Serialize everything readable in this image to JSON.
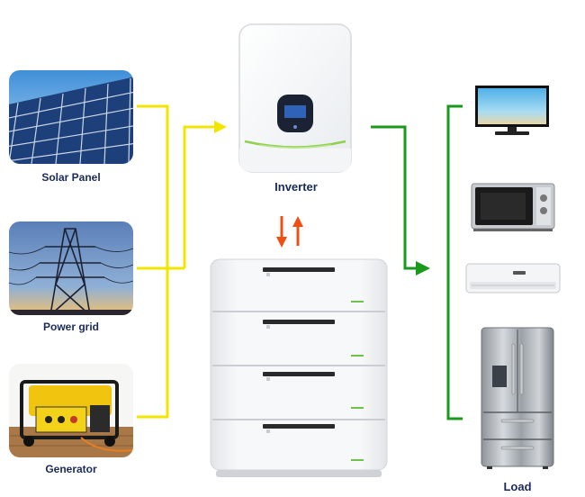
{
  "sources": [
    {
      "id": "solar",
      "label": "Solar Panel"
    },
    {
      "id": "grid",
      "label": "Power grid"
    },
    {
      "id": "generator",
      "label": "Generator"
    }
  ],
  "inverter": {
    "label": "Inverter"
  },
  "battery": {
    "modules": 4
  },
  "load": {
    "label": "Load",
    "devices": [
      "tv-icon",
      "microwave-icon",
      "air-conditioner-icon",
      "refrigerator-icon"
    ]
  },
  "colors": {
    "yellow_line": "#f2e600",
    "green_line": "#1a9a1a",
    "orange_arrow": "#f04f14",
    "label_text": "#1b2a5c",
    "inverter_accent": "#8fd14f"
  }
}
